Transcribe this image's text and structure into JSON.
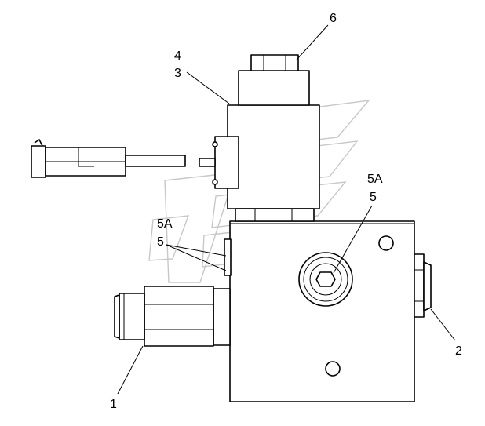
{
  "callouts": {
    "c1": "1",
    "c2": "2",
    "c3": "3",
    "c4": "4",
    "c5_right": "5",
    "c5a_right": "5A",
    "c5_left": "5",
    "c5a_left": "5A",
    "c6": "6"
  }
}
